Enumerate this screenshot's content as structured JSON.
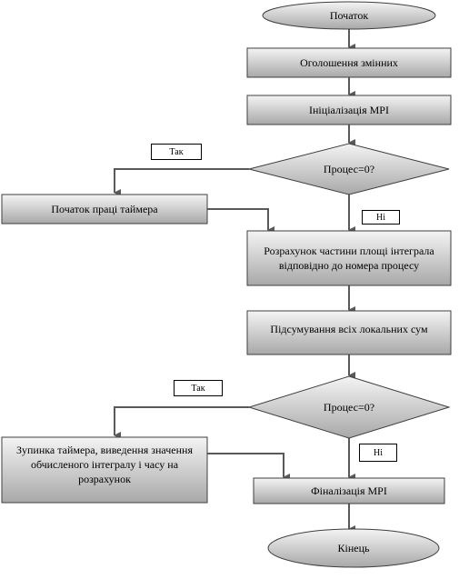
{
  "flowchart": {
    "start": "Початок",
    "declare": "Оголошення змінних",
    "init": "Ініціалізація MPI",
    "decision1": "Процес=0?",
    "decision1_yes": "Так",
    "decision1_no": "Ні",
    "timer_start": "Початок праці таймера",
    "compute": "Розрахунок частини площі інтеграла відповідно до номера процесу",
    "sum": "Підсумування всіх локальних сум",
    "decision2": "Процес=0?",
    "decision2_yes": "Так",
    "decision2_no": "Ні",
    "timer_stop": "Зупинка таймера, виведення значення обчисленого інтегралу і часу на розрахунок",
    "finalize": "Фіналізація MPI",
    "end": "Кінець"
  },
  "colors": {
    "fill_light": "#f2f2f2",
    "fill_dark": "#a6a6a6",
    "stroke": "#3f3f3f",
    "arrow": "#595959"
  }
}
